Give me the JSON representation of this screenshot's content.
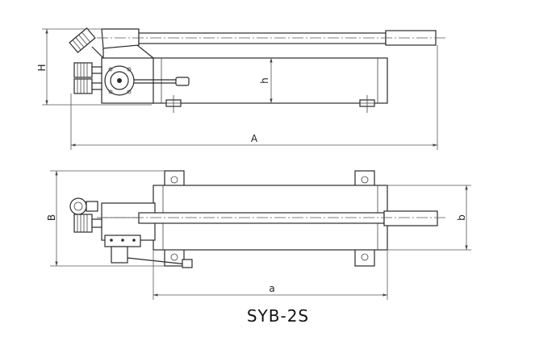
{
  "model": "SYB-2S",
  "dimensions": {
    "overall_length": "A",
    "overall_height": "H",
    "body_height": "h",
    "overall_width": "B",
    "body_width": "b",
    "body_length": "a"
  }
}
